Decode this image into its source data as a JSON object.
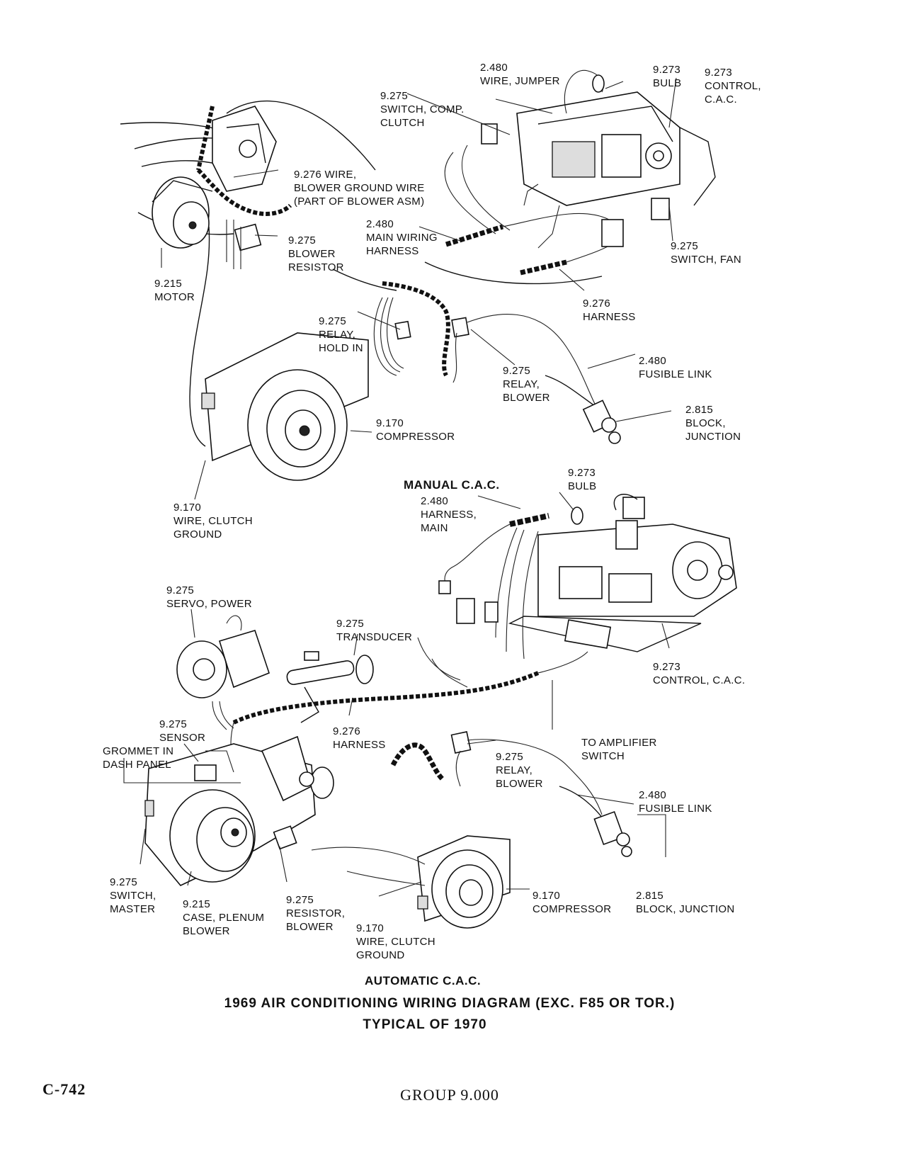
{
  "labels": [
    {
      "id": "l1",
      "lines": [
        "2.480",
        "WIRE, JUMPER"
      ]
    },
    {
      "id": "l2",
      "lines": [
        "9.273",
        "BULB"
      ]
    },
    {
      "id": "l3",
      "lines": [
        "9.273",
        "CONTROL,",
        "C.A.C."
      ]
    },
    {
      "id": "l4",
      "lines": [
        "9.275",
        "SWITCH, COMP.",
        "CLUTCH"
      ]
    },
    {
      "id": "l5",
      "lines": [
        "9.276 WIRE,",
        "BLOWER GROUND WIRE",
        "(PART OF BLOWER ASM)"
      ]
    },
    {
      "id": "l6",
      "lines": [
        "2.480",
        "MAIN WIRING",
        "HARNESS"
      ]
    },
    {
      "id": "l7",
      "lines": [
        "9.275",
        "BLOWER",
        "RESISTOR"
      ]
    },
    {
      "id": "l8",
      "lines": [
        "9.215",
        "MOTOR"
      ]
    },
    {
      "id": "l9",
      "lines": [
        "9.275",
        "SWITCH, FAN"
      ]
    },
    {
      "id": "l10",
      "lines": [
        "9.276",
        "HARNESS"
      ]
    },
    {
      "id": "l11",
      "lines": [
        "9.275",
        "RELAY,",
        "HOLD IN"
      ]
    },
    {
      "id": "l12",
      "lines": [
        "2.480",
        "FUSIBLE LINK"
      ]
    },
    {
      "id": "l13",
      "lines": [
        "9.275",
        "RELAY,",
        "BLOWER"
      ]
    },
    {
      "id": "l14",
      "lines": [
        "2.815",
        "BLOCK,",
        "JUNCTION"
      ]
    },
    {
      "id": "l15",
      "lines": [
        "9.170",
        "COMPRESSOR"
      ]
    },
    {
      "id": "l16",
      "lines": [
        "9.170",
        "WIRE, CLUTCH",
        "GROUND"
      ]
    },
    {
      "id": "l17",
      "lines": [
        "9.273",
        "BULB"
      ]
    },
    {
      "id": "l18",
      "lines": [
        "2.480",
        "HARNESS,",
        "MAIN"
      ]
    },
    {
      "id": "l19",
      "lines": [
        "9.275",
        "SERVO, POWER"
      ]
    },
    {
      "id": "l20",
      "lines": [
        "9.275",
        "TRANSDUCER"
      ]
    },
    {
      "id": "l21",
      "lines": [
        "9.273",
        "CONTROL, C.A.C."
      ]
    },
    {
      "id": "l22",
      "lines": [
        "9.275",
        "SENSOR"
      ]
    },
    {
      "id": "l23",
      "lines": [
        "GROMMET IN",
        "DASH PANEL"
      ]
    },
    {
      "id": "l24",
      "lines": [
        "9.276",
        "HARNESS"
      ]
    },
    {
      "id": "l25",
      "lines": [
        "TO AMPLIFIER",
        "SWITCH"
      ]
    },
    {
      "id": "l26",
      "lines": [
        "9.275",
        "RELAY,",
        "BLOWER"
      ]
    },
    {
      "id": "l27",
      "lines": [
        "2.480",
        "FUSIBLE LINK"
      ]
    },
    {
      "id": "l28",
      "lines": [
        "9.275",
        "SWITCH,",
        "MASTER"
      ]
    },
    {
      "id": "l29",
      "lines": [
        "9.215",
        "CASE, PLENUM",
        "BLOWER"
      ]
    },
    {
      "id": "l30",
      "lines": [
        "9.275",
        "RESISTOR,",
        "BLOWER"
      ]
    },
    {
      "id": "l31",
      "lines": [
        "9.170",
        "COMPRESSOR"
      ]
    },
    {
      "id": "l32",
      "lines": [
        "2.815",
        "BLOCK, JUNCTION"
      ]
    },
    {
      "id": "l33",
      "lines": [
        "9.170",
        "WIRE, CLUTCH",
        "GROUND"
      ]
    }
  ],
  "section_headers": {
    "manual": "MANUAL C.A.C.",
    "automatic": "AUTOMATIC C.A.C."
  },
  "title": {
    "line1": "1969 AIR CONDITIONING WIRING DIAGRAM (EXC. F85 OR TOR.)",
    "line2": "TYPICAL OF 1970"
  },
  "footer": {
    "page_number": "C-742",
    "group": "GROUP 9.000"
  }
}
